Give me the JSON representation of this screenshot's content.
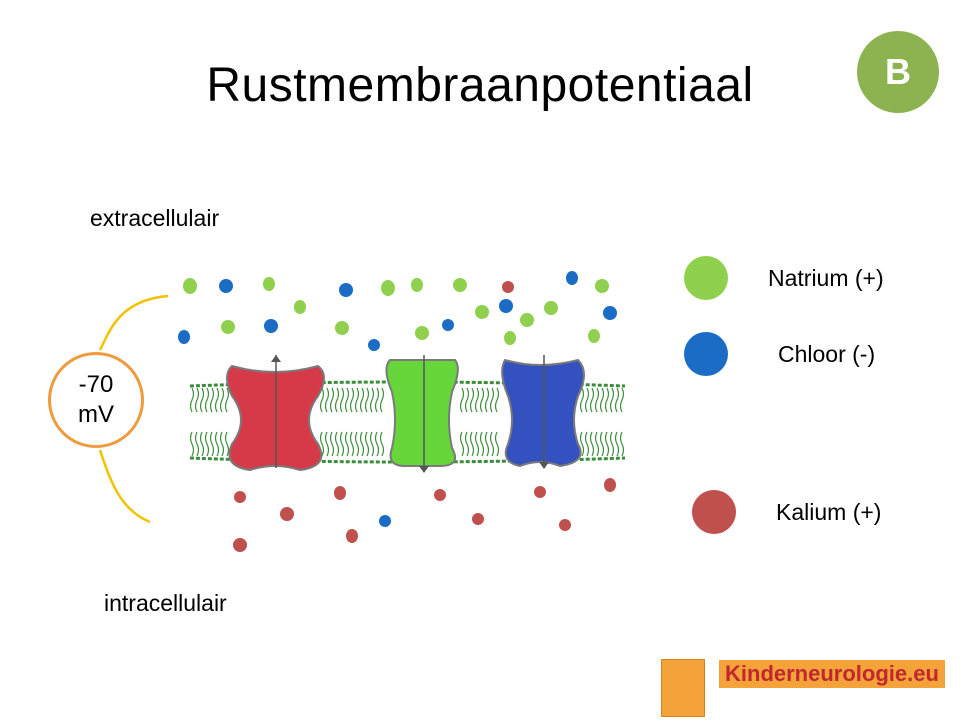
{
  "title": "Rustmembraanpotentiaal",
  "badge": "B",
  "labels": {
    "extracellular": "extracellulair",
    "intracellular": "intracellulair"
  },
  "voltage": {
    "line1": "-70",
    "line2": "mV"
  },
  "legend": [
    {
      "label": "Natrium (+)",
      "color": "#8fd14f"
    },
    {
      "label": "Chloor (-)",
      "color": "#1a6cc4"
    },
    {
      "label": "Kalium (+)",
      "color": "#c0504d"
    }
  ],
  "channels": [
    {
      "ion": "Kalium",
      "color": "#d63a48"
    },
    {
      "ion": "Natrium",
      "color": "#66d63a"
    },
    {
      "ion": "Chloor",
      "color": "#3352c0"
    }
  ],
  "footer": {
    "site": "Kinderneurologie.eu"
  },
  "colors": {
    "badge": "#8db351",
    "footer": "#f3a33a",
    "arc": "#f2c200",
    "circle": "#ef9a3f",
    "membrane": "#3c8c3c"
  }
}
